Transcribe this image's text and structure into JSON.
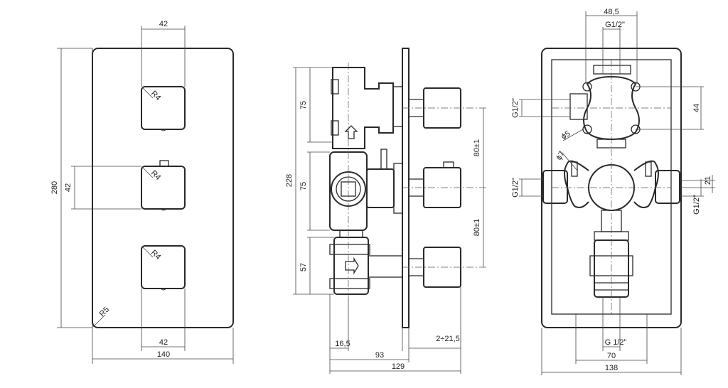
{
  "front_view": {
    "width": "140",
    "height": "280",
    "handle_width_top": "42",
    "handle_width_bottom": "42",
    "handle_height": "42",
    "handle_radius_1": "R4",
    "handle_radius_2": "R4",
    "handle_radius_3": "R4",
    "plate_radius": "R5"
  },
  "side_view": {
    "total_height": "228",
    "section_1": "75",
    "section_2": "75",
    "section_3": "57",
    "spacing_1": "80±1",
    "spacing_2": "80±1",
    "depth_1": "16,5",
    "depth_2": "93",
    "depth_3": "129",
    "plate_range": "2÷21,5"
  },
  "rear_view": {
    "top_width": "48,5",
    "top_thread": "G1/2\"",
    "left_thread_top": "G1/2\"",
    "left_thread_mid": "G1/2\"",
    "right_thread": "G1/2\"",
    "bottom_thread": "G 1/2\"",
    "dim_44": "44",
    "dim_21": "21",
    "hole_d5": "ϕ5",
    "hole_d7": "ϕ7",
    "inner_width": "70",
    "outer_width": "138"
  }
}
